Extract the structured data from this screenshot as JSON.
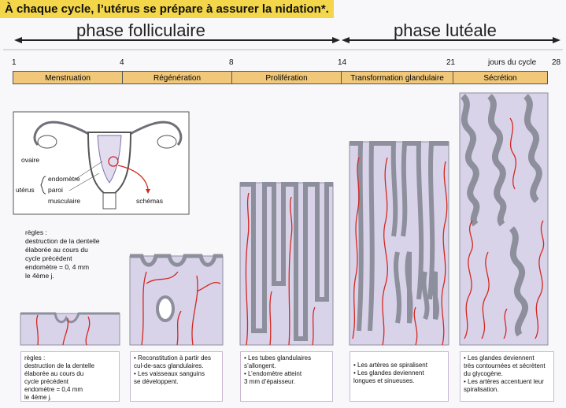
{
  "title": "À chaque cycle, l’utérus se prépare à assurer la nidation*.",
  "phases": {
    "follicular": "phase folliculaire",
    "luteal": "phase lutéale"
  },
  "days": [
    "1",
    "4",
    "8",
    "14",
    "21",
    "28"
  ],
  "days_label": "jours du cycle",
  "stages": [
    "Menstruation",
    "Régénération",
    "Prolifération",
    "Transformation glandulaire",
    "Sécrétion"
  ],
  "anatomy": {
    "ovaire": "ovaire",
    "endometre": "endomètre",
    "uterus": "utérus",
    "paroi": "paroi",
    "musculaire": "musculaire",
    "schemas": "schémas"
  },
  "regles_note": [
    "règles :",
    "destruction de la dentelle",
    "élaborée au cours du",
    "cycle précédent",
    "endomètre = 0, 4 mm",
    "le 4ème j."
  ],
  "captions": [
    [
      "règles :",
      "destruction de la dentelle",
      "élaborée au cours du",
      "cycle précédent",
      "endomètre = 0,4 mm",
      "le 4ème j."
    ],
    [
      "• Reconstitution à partir des",
      "cul-de-sacs glandulaires.",
      "• Les vaisseaux sanguins",
      "se développent."
    ],
    [
      "• Les tubes glandulaires",
      "s’allongent.",
      "• L’endomètre atteint",
      "3 mm d’épaisseur."
    ],
    [
      "• Les artères se spiralisent",
      "• Les glandes deviennent",
      "longues et sinueuses."
    ],
    [
      "• Les glandes deviennent",
      "très contournées et sécrètent",
      "du glycogène.",
      "• Les artères accentuent leur",
      "spiralisation."
    ]
  ],
  "colors": {
    "title_bg": "#f3d64a",
    "bar_bg": "#f1c879",
    "tissue": "#d9d3ea",
    "artery": "#d3271f",
    "gland": "#8d8f9c"
  }
}
